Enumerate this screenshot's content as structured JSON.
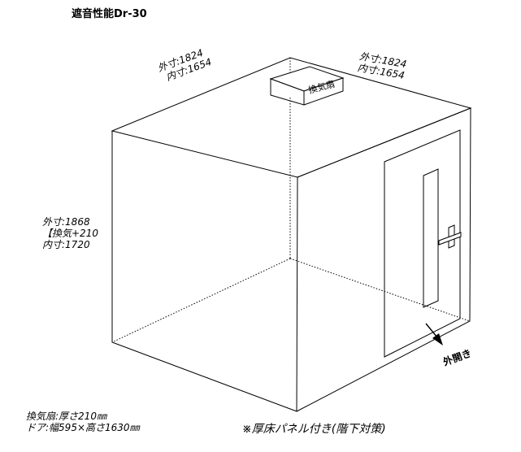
{
  "title": "遮音性能Dr-30",
  "width_labels": {
    "outer": "外寸:1824",
    "inner": "内寸:1654"
  },
  "depth_labels": {
    "outer": "外寸:1824",
    "inner": "内寸:1654"
  },
  "height_labels": {
    "outer": "外寸:1868",
    "fan": "【換気+210",
    "inner": "内寸:1720"
  },
  "fan_label": "換気扇",
  "door_label": "外開き",
  "notes": {
    "fan": "換気扇:厚さ210㎜",
    "door": "ドア:幅595×高さ1630㎜"
  },
  "footer_note": "※厚床パネル付き(階下対策)",
  "colors": {
    "line": "#000000",
    "background": "#ffffff"
  }
}
